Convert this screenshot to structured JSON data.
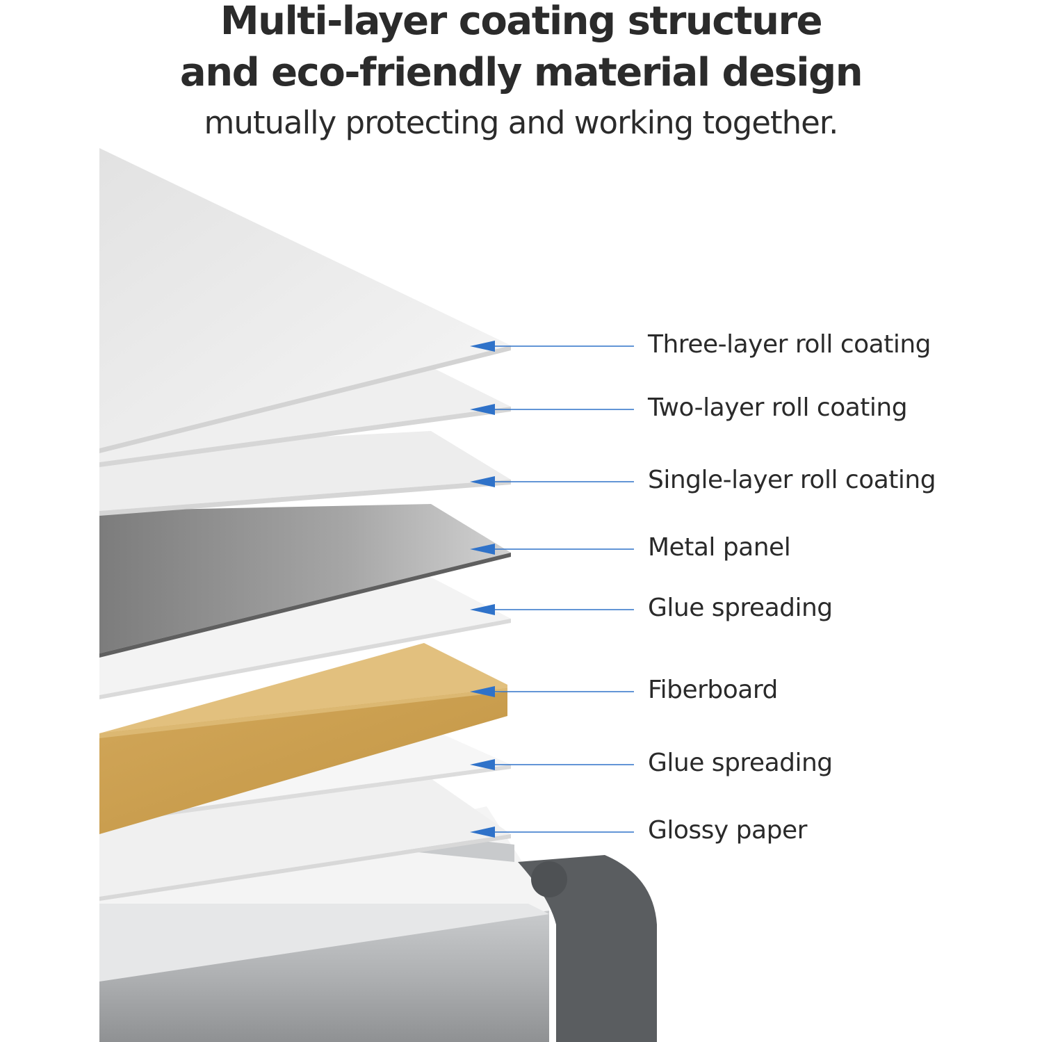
{
  "heading": {
    "line1": "Multi-layer coating structure",
    "line2": "and eco-friendly material design",
    "subtitle": "mutually protecting and working together."
  },
  "layers": [
    {
      "label": "Three-layer roll coating"
    },
    {
      "label": "Two-layer roll coating"
    },
    {
      "label": "Single-layer roll coating"
    },
    {
      "label": "Metal panel"
    },
    {
      "label": "Glue spreading"
    },
    {
      "label": "Fiberboard"
    },
    {
      "label": "Glue spreading"
    },
    {
      "label": "Glossy paper"
    }
  ],
  "colors": {
    "arrow": "#2f72c9",
    "leader_line": "#9aa3ad",
    "coating": "#ececec",
    "metal": "#8a8a8a",
    "fiberboard": "#c9a052",
    "frame": "#5a5d60",
    "rail": "#b8babc"
  }
}
